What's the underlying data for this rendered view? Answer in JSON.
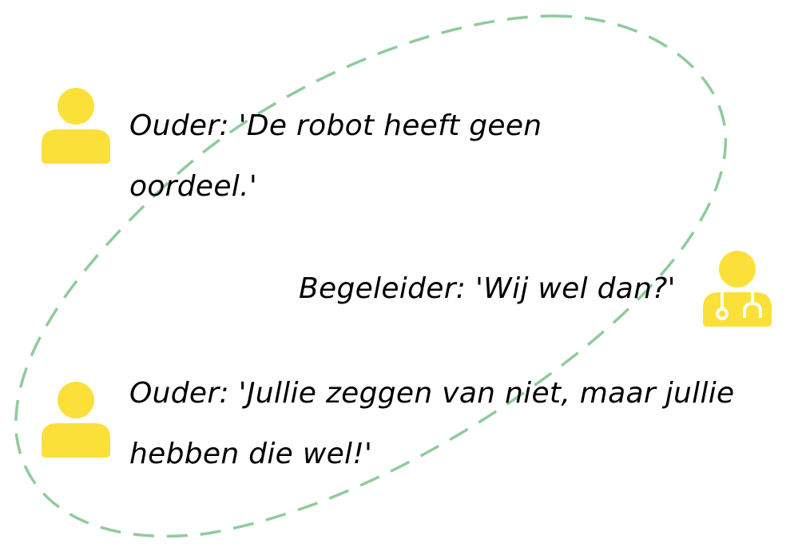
{
  "colors": {
    "icon": "#FBE03A",
    "dash": "#8FCB9B"
  },
  "quotes": [
    {
      "speaker": "parent",
      "icon": "person-icon",
      "lines": [
        "Ouder: 'De robot heeft geen",
        "oordeel.'"
      ]
    },
    {
      "speaker": "counselor",
      "icon": "doctor-icon",
      "lines": [
        "Begeleider: 'Wij wel dan?'"
      ]
    },
    {
      "speaker": "parent",
      "icon": "person-icon",
      "lines": [
        "Ouder: 'Jullie zeggen van niet, maar jullie",
        "hebben die wel!'"
      ]
    }
  ]
}
